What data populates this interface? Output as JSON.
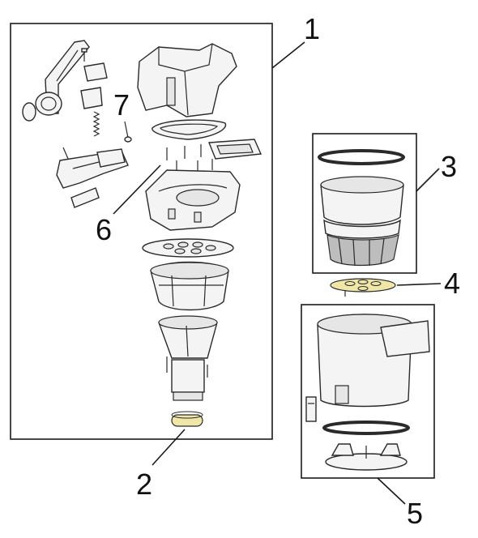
{
  "diagram": {
    "callouts": [
      {
        "id": "1",
        "text": "1"
      },
      {
        "id": "2",
        "text": "2"
      },
      {
        "id": "3",
        "text": "3"
      },
      {
        "id": "4",
        "text": "4"
      },
      {
        "id": "5",
        "text": "5"
      },
      {
        "id": "6",
        "text": "6"
      },
      {
        "id": "7",
        "text": "7"
      }
    ]
  },
  "colors": {
    "line": "#2a2a2a",
    "part_fill": "#f4f4f4",
    "part_shade": "#e6e6e6",
    "filter_mesh": "#bdbdbd",
    "gasket_yellow": "#f0e6a8",
    "background": "#ffffff"
  }
}
